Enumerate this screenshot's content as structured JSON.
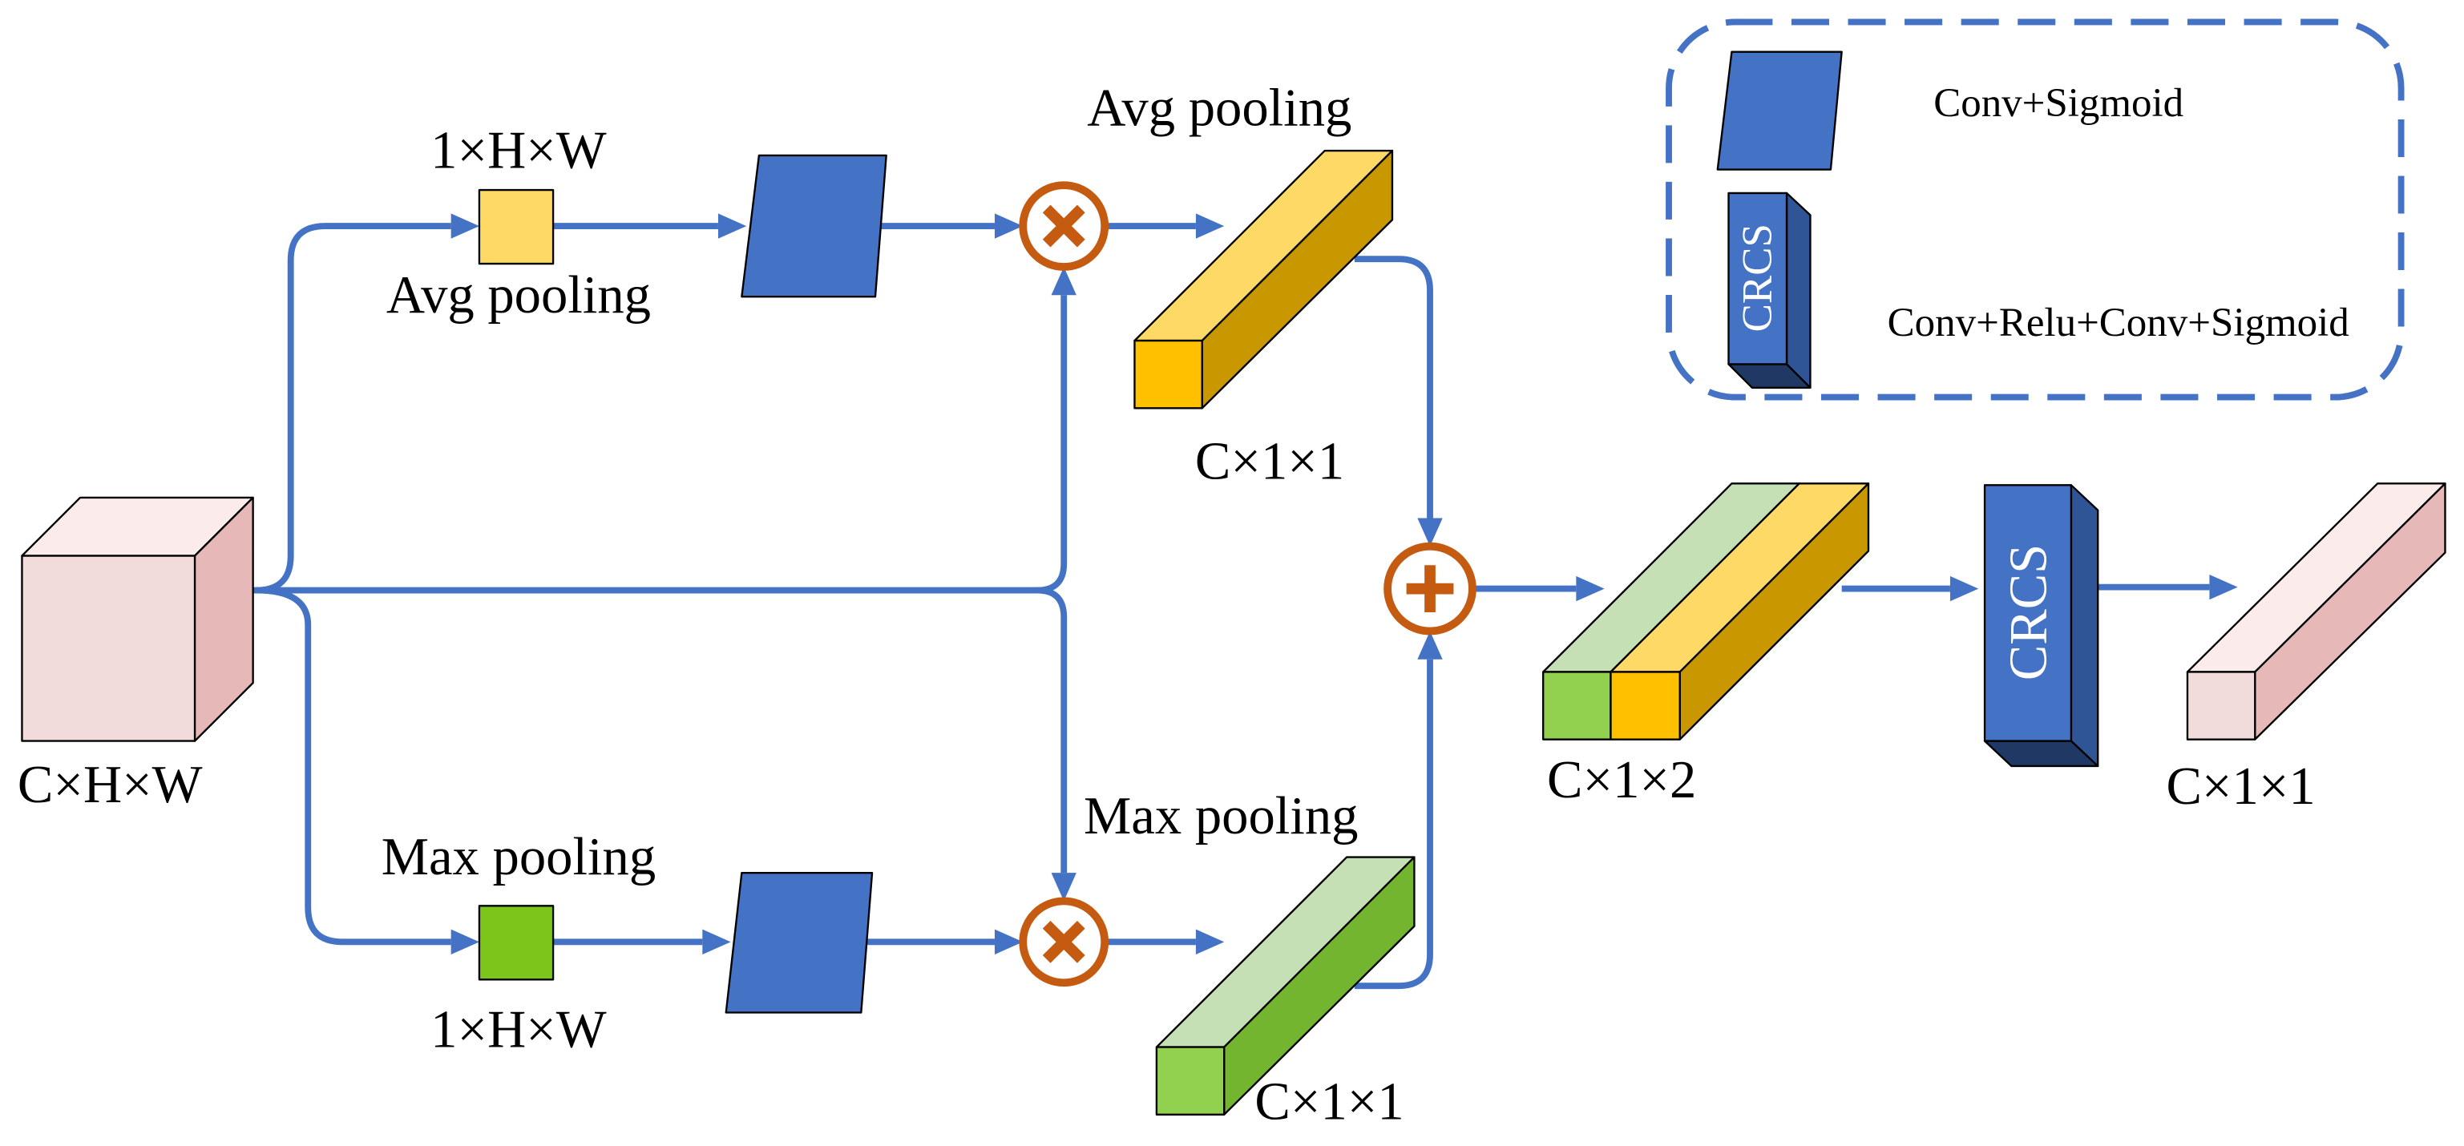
{
  "diagram": {
    "input": {
      "label": "C×H×W"
    },
    "avg_branch": {
      "map_shape": "1×H×W",
      "map_op": "Avg pooling",
      "vector_op": "Avg pooling",
      "vector_shape": "C×1×1"
    },
    "max_branch": {
      "map_op": "Max pooling",
      "map_shape": "1×H×W",
      "vector_op": "Max pooling",
      "vector_shape": "C×1×1"
    },
    "concat": {
      "shape": "C×1×2"
    },
    "crcs": {
      "label": "CRCS"
    },
    "output": {
      "shape": "C×1×1"
    },
    "operators": {
      "multiply_icon": "circled-times-icon",
      "add_icon": "circled-plus-icon"
    }
  },
  "legend": {
    "items": [
      {
        "icon": "conv-parallelogram-icon",
        "label": "Conv+Sigmoid"
      },
      {
        "icon": "crcs-block-icon",
        "icon_text": "CRCS",
        "label": "Conv+Relu+Conv+Sigmoid"
      }
    ]
  },
  "colors": {
    "arrow": "#4472C4",
    "operator": "#C55A11",
    "conv_block": "#4472C4",
    "crcs_side": "#2F5597",
    "crcs_bottom": "#203864",
    "crcs_text": "#FFFFFF",
    "pink_front": "#F2DCDB",
    "pink_top": "#FBEBEA",
    "pink_side": "#E6B8B7",
    "avg_map": "#FFD966",
    "avg_front": "#FFC000",
    "avg_top": "#FFD966",
    "avg_side": "#C99700",
    "max_map": "#7CC61C",
    "max_front": "#92D050",
    "max_top": "#C5E0B4",
    "max_side": "#74B530",
    "legend_border": "#4472C4"
  }
}
